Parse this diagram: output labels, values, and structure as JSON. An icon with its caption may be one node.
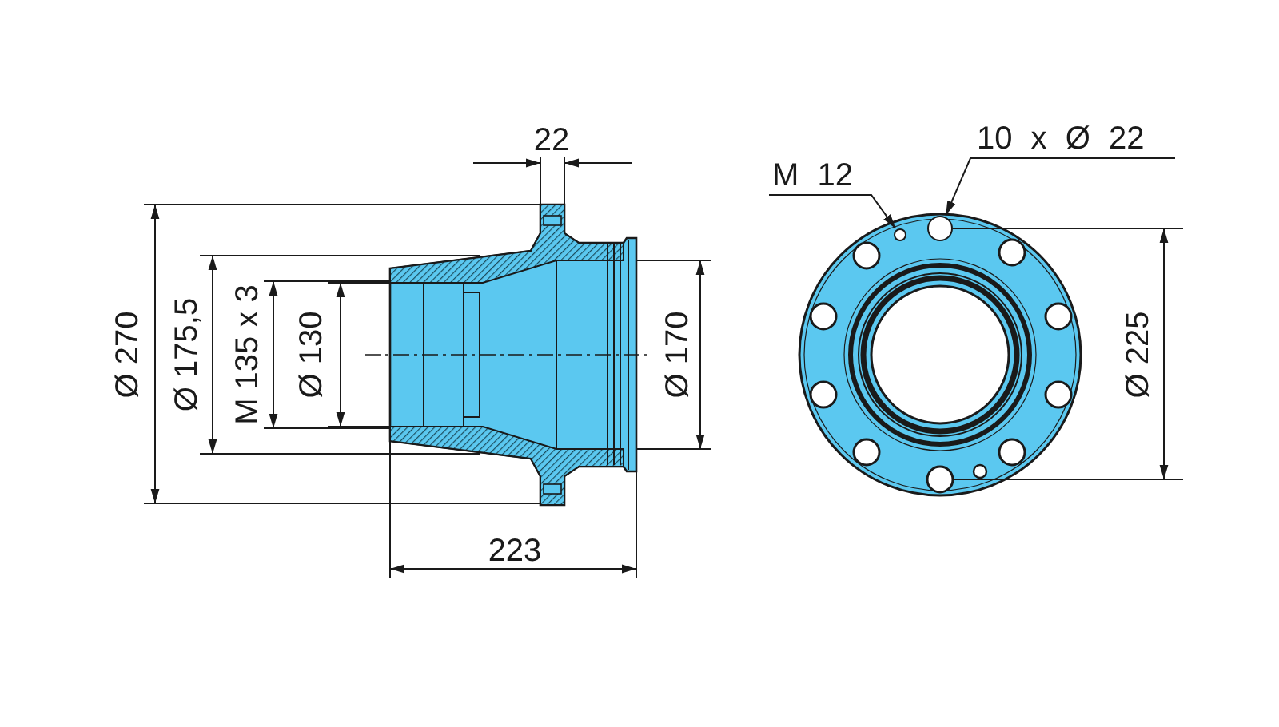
{
  "diagram": {
    "nodes": [
      {
        "text": [
          "10 x Ø 22"
        ]
      },
      {
        "text": [
          "M 12"
        ]
      },
      {
        "text": [],
        "shape": "circle"
      },
      {
        "text": [],
        "shape": "circle"
      }
    ],
    "edges": [
      {
        "from": 0,
        "to": 3,
        "arrow": "to"
      },
      {
        "from": 1,
        "to": 2,
        "arrow": "to"
      }
    ],
    "labels": [
      "22",
      "Ø 270",
      "Ø 175,5",
      "M 135 x 3",
      "Ø 130",
      "Ø 170",
      "223",
      "Ø 225"
    ]
  }
}
